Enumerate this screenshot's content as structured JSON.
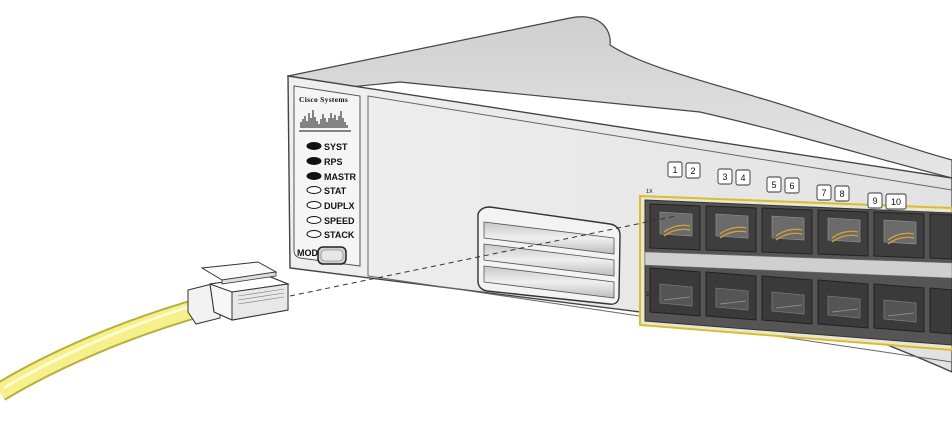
{
  "logo": {
    "text": "Cisco Systems"
  },
  "leds": [
    {
      "label": "SYST",
      "state": "on"
    },
    {
      "label": "RPS",
      "state": "on"
    },
    {
      "label": "MASTR",
      "state": "on"
    },
    {
      "label": "STAT",
      "state": "off"
    },
    {
      "label": "DUPLX",
      "state": "off"
    },
    {
      "label": "SPEED",
      "state": "off"
    },
    {
      "label": "STACK",
      "state": "off"
    }
  ],
  "mode_button": {
    "label": "MODE"
  },
  "port_labels": [
    "1",
    "2",
    "3",
    "4",
    "5",
    "6",
    "7",
    "8",
    "9",
    "10"
  ],
  "port_row_labels": {
    "top": "1X",
    "bottom": "2X"
  },
  "colors": {
    "chassis": "#eeeeee",
    "chassis_dark": "#d6d6d6",
    "port_block": "#4a4a4a",
    "port_frame": "#e0c440",
    "cable": "#f6f08a",
    "cable_edge": "#b8ae3a",
    "led_on": "#111111",
    "led_off": "#ffffff"
  }
}
